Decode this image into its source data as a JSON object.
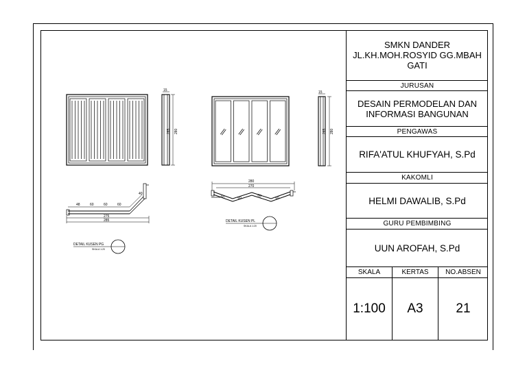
{
  "school": {
    "name": "SMKN DANDER",
    "address_line1": "JL.KH.MOH.ROSYID GG.MBAH",
    "address_line2": "GATI"
  },
  "jurusan": {
    "label": "JURUSAN",
    "value_line1": "DESAIN PERMODELAN DAN",
    "value_line2": "INFORMASI BANGUNAN"
  },
  "pengawas": {
    "label": "PENGAWAS",
    "value": "RIFA'ATUL KHUFYAH, S.Pd"
  },
  "kakomli": {
    "label": "KAKOMLI",
    "value": "HELMI DAWALIB, S.Pd"
  },
  "guru": {
    "label": "GURU PEMBIMBING",
    "value": "UUN  AROFAH, S.Pd"
  },
  "info": {
    "skala_label": "SKALA",
    "kertas_label": "KERTAS",
    "absen_label": "NO.ABSEN",
    "skala_value": "1:100",
    "kertas_value": "A3",
    "absen_value": "21"
  },
  "drawing": {
    "dim_top": "15",
    "dim_h1": "265",
    "dim_h2": "280",
    "pg_segments": [
      "48",
      "60",
      "60",
      "60"
    ],
    "pg_small": "40",
    "pg_total1": "275",
    "pg_total2": "285",
    "pl_total1": "280",
    "pl_total2": "270",
    "pl_segments": [
      "60",
      "60",
      "60",
      "60"
    ],
    "detail_pg_title": "DETAIL KUSEN PG",
    "detail_pl_title": "DETAIL KUSEN PL",
    "detail_scale": "SKALA 1:20"
  }
}
